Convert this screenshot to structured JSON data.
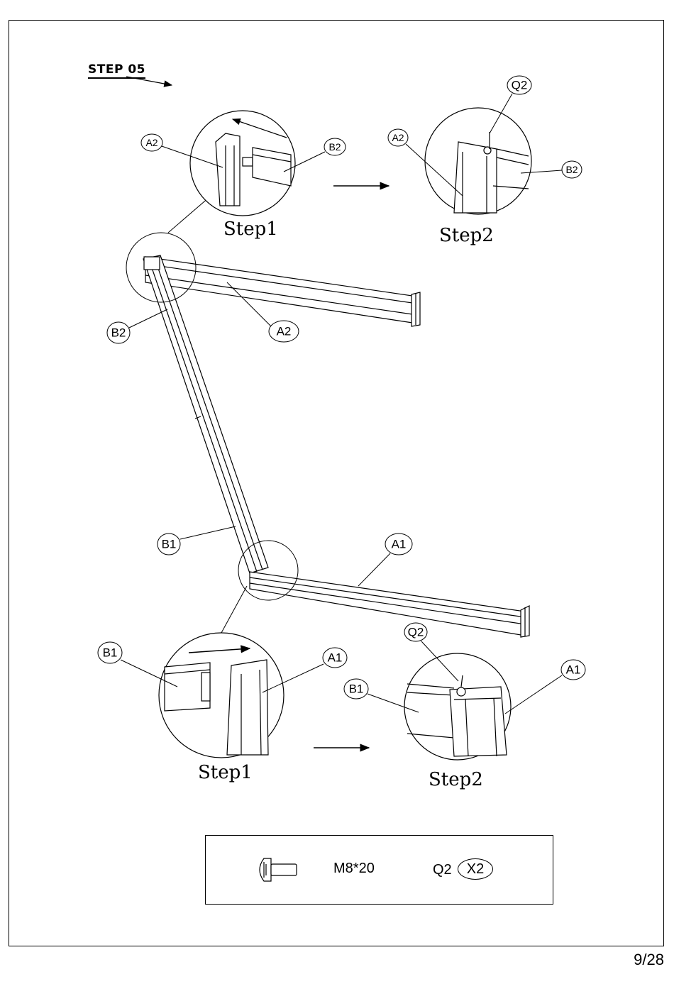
{
  "header": {
    "step_title": "STEP  05"
  },
  "top_detail": {
    "step1_label": "Step1",
    "step2_label": "Step2"
  },
  "bottom_detail": {
    "step1_label": "Step1",
    "step2_label": "Step2"
  },
  "callouts": {
    "a2": "A2",
    "b2": "B2",
    "a1": "A1",
    "b1": "B1",
    "q2": "Q2"
  },
  "hardware": {
    "spec": "M8*20",
    "code": "Q2",
    "quantity": "X2"
  },
  "footer": {
    "page_number": "9/28"
  }
}
